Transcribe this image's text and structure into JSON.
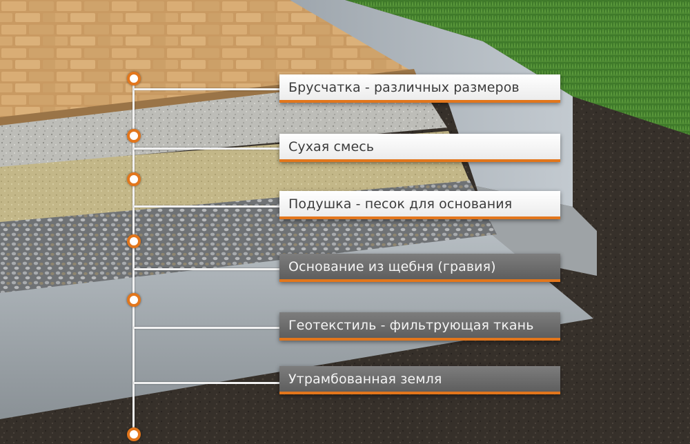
{
  "layers": [
    {
      "label": "Брусчатка - различных размеров",
      "style": "light"
    },
    {
      "label": "Сухая смесь",
      "style": "light"
    },
    {
      "label": "Подушка - песок для основания",
      "style": "light"
    },
    {
      "label": "Основание из щебня (гравия)",
      "style": "dark"
    },
    {
      "label": "Геотекстиль - фильтрующая ткань",
      "style": "dark"
    },
    {
      "label": "Утрамбованная земля",
      "style": "dark"
    }
  ],
  "colors": {
    "accent": "#e2761c",
    "grass": "#3f7a2a",
    "pavers": "#c99a62",
    "dry_mix": "#b9b9b4",
    "sand": "#c3b788",
    "gravel": "#8f9194",
    "geotextile": "#a9b0b5",
    "soil": "#3a342e"
  },
  "icons": [
    "layer-pointer-dot-icon"
  ]
}
